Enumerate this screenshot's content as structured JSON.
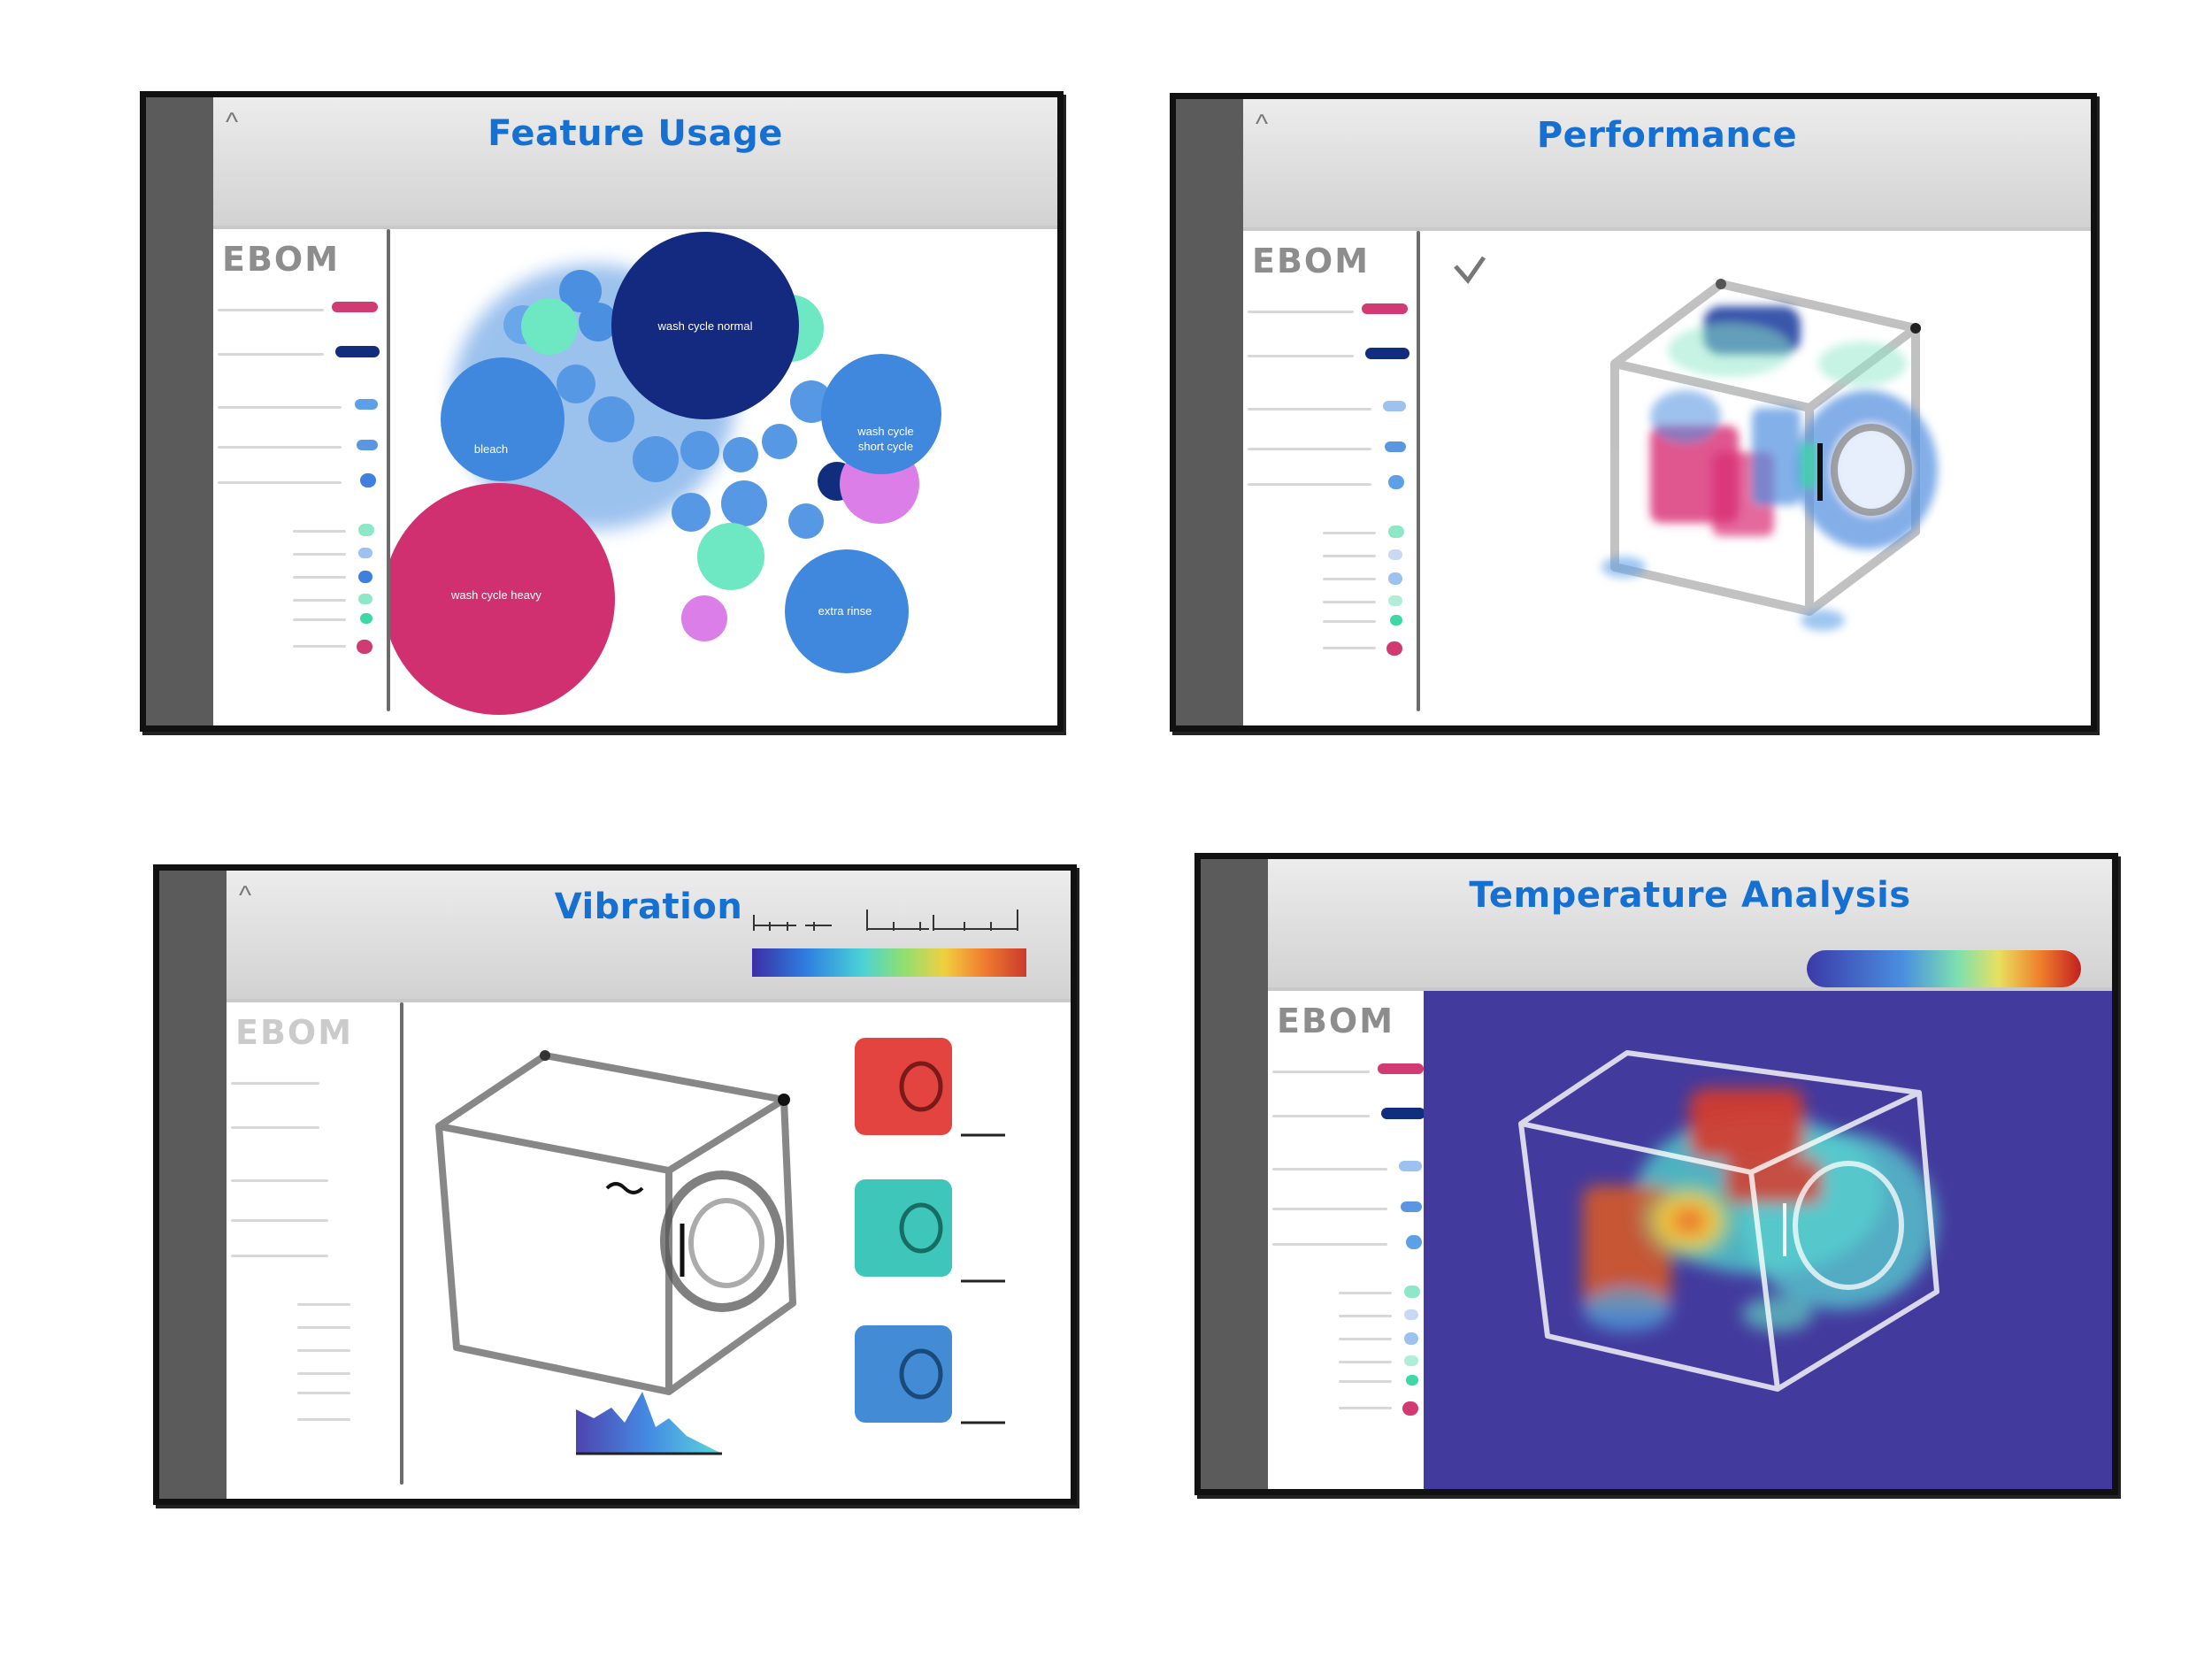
{
  "panels": {
    "feature_usage": {
      "title": "Feature Usage",
      "sidebar_label": "EBOM",
      "bubbles": {
        "wash_cycle_normal": "wash cycle normal",
        "bleach": "bleach",
        "wash_cycle_short_line1": "wash cycle",
        "wash_cycle_short_line2": "short cycle",
        "wash_cycle_heavy": "wash cycle heavy",
        "extra_rinse": "extra rinse"
      }
    },
    "performance": {
      "title": "Performance",
      "sidebar_label": "EBOM"
    },
    "vibration": {
      "title": "Vibration",
      "sidebar_label": "EBOM"
    },
    "temperature": {
      "title": "Temperature Analysis",
      "sidebar_label": "EBOM"
    }
  },
  "colors": {
    "title_blue": "#1670d2",
    "magenta": "#d23a74",
    "navy": "#112d7e",
    "bubble_blue": "#3f88de",
    "mint": "#6ee8c2",
    "violet": "#dc7ee8",
    "heat_bg": "#433a9e"
  },
  "icons": [
    "caret-icon",
    "washing-machine-sketch-icon",
    "checkmark-icon",
    "colorbar-icon"
  ]
}
